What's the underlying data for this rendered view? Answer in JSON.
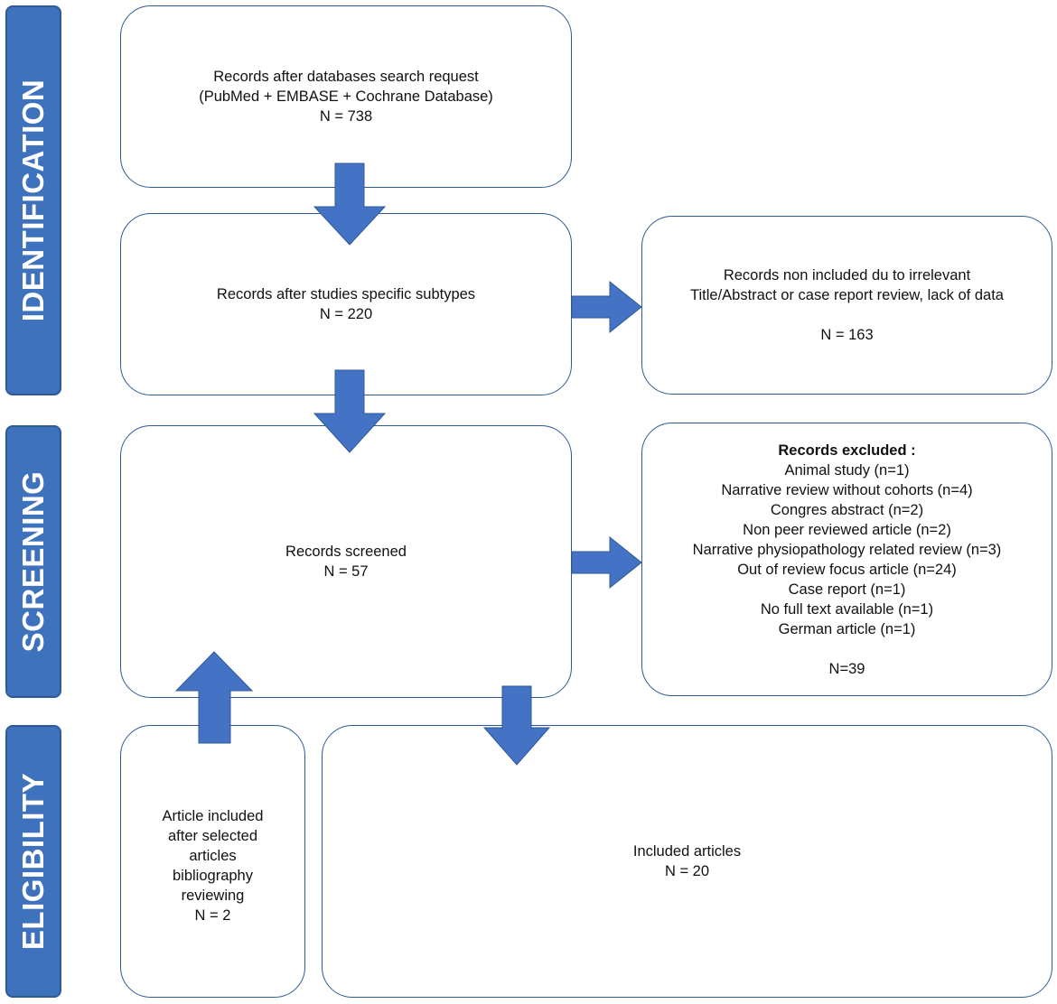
{
  "stages": {
    "identification": "IDENTIFICATION",
    "screening": "SCREENING",
    "eligibility": "ELIGIBILITY"
  },
  "boxes": {
    "records_search": {
      "line1": "Records after databases search request",
      "line2": "(PubMed + EMBASE + Cochrane Database)",
      "count": "N = 738"
    },
    "records_subtypes": {
      "line1": "Records after studies specific subtypes",
      "count": "N = 220"
    },
    "records_non_included": {
      "line1": "Records non included du to irrelevant",
      "line2": "Title/Abstract or case report review, lack of data",
      "count": "N = 163"
    },
    "records_screened": {
      "line1": "Records screened",
      "count": "N = 57"
    },
    "records_excluded": {
      "title": "Records excluded :",
      "items": [
        "Animal study (n=1)",
        "Narrative review without cohorts (n=4)",
        "Congres abstract (n=2)",
        "Non peer reviewed article (n=2)",
        "Narrative physiopathology related review (n=3)",
        "Out of review focus article (n=24)",
        "Case report (n=1)",
        "No full text available (n=1)",
        "German article (n=1)"
      ],
      "count": "N=39"
    },
    "article_bibliography": {
      "lines": [
        "Article included",
        "after selected",
        "articles",
        "bibliography",
        "reviewing"
      ],
      "count": "N = 2"
    },
    "included_articles": {
      "line1": "Included articles",
      "count": "N = 20"
    }
  },
  "colors": {
    "stage_fill": "#3f72bd",
    "arrow_fill": "#4472c4",
    "box_border": "#2f5a96"
  }
}
